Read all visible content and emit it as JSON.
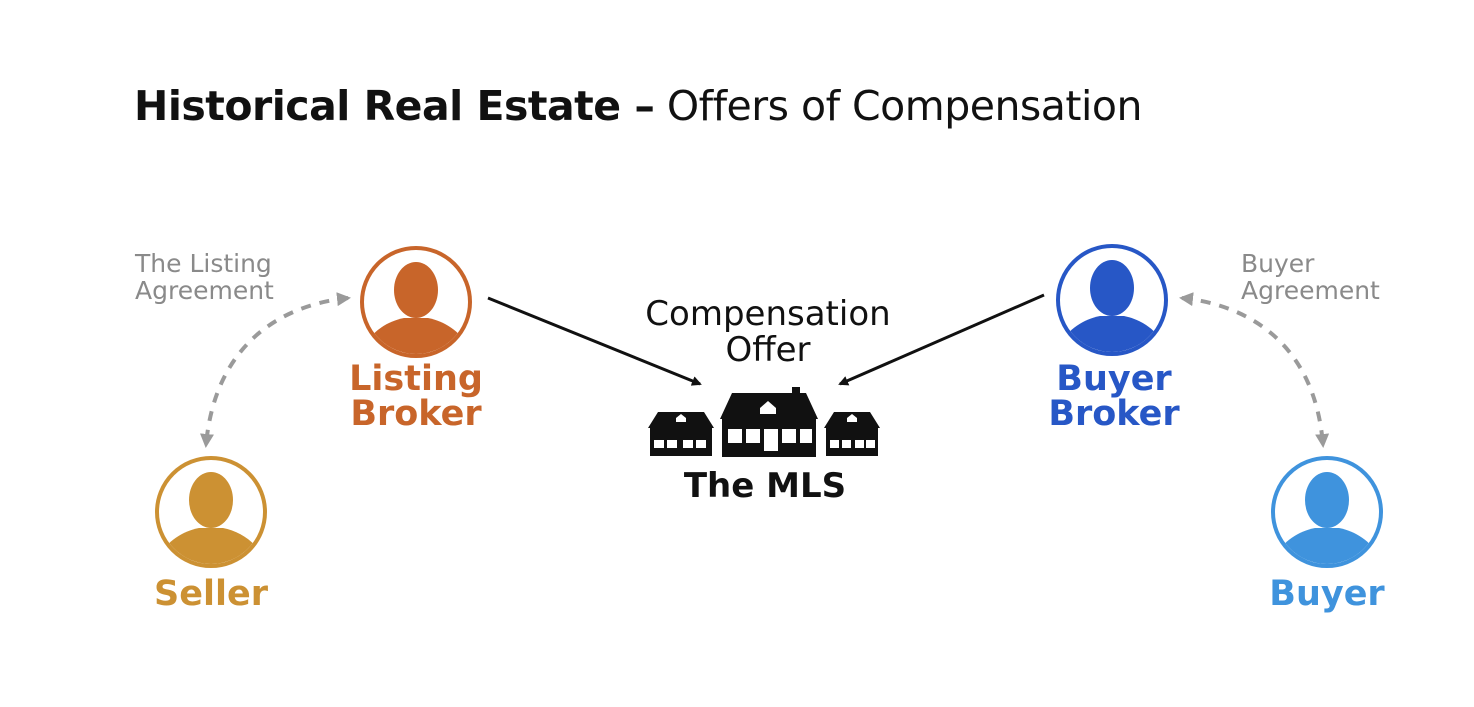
{
  "title": {
    "bold": "Historical Real Estate –",
    "normal": " Offers of Compensation"
  },
  "notes": {
    "listing_agreement": [
      "The Listing",
      "Agreement"
    ],
    "buyer_agreement": [
      "Buyer",
      "Agreement"
    ]
  },
  "center": {
    "offer": [
      "Compensation",
      "Offer"
    ],
    "mls": "The MLS"
  },
  "people": {
    "listing_broker": [
      "Listing",
      "Broker"
    ],
    "buyer_broker": [
      "Buyer",
      "Broker"
    ],
    "seller": "Seller",
    "buyer": "Buyer"
  },
  "colors": {
    "listing_broker": "#c8652a",
    "seller": "#cc9133",
    "buyer_broker": "#2757c6",
    "buyer": "#3f93dd",
    "dashed": "#9a9a9a",
    "arrow": "#111111"
  },
  "icons": {
    "person": "person-silhouette-icon",
    "mls": "houses-icon"
  }
}
